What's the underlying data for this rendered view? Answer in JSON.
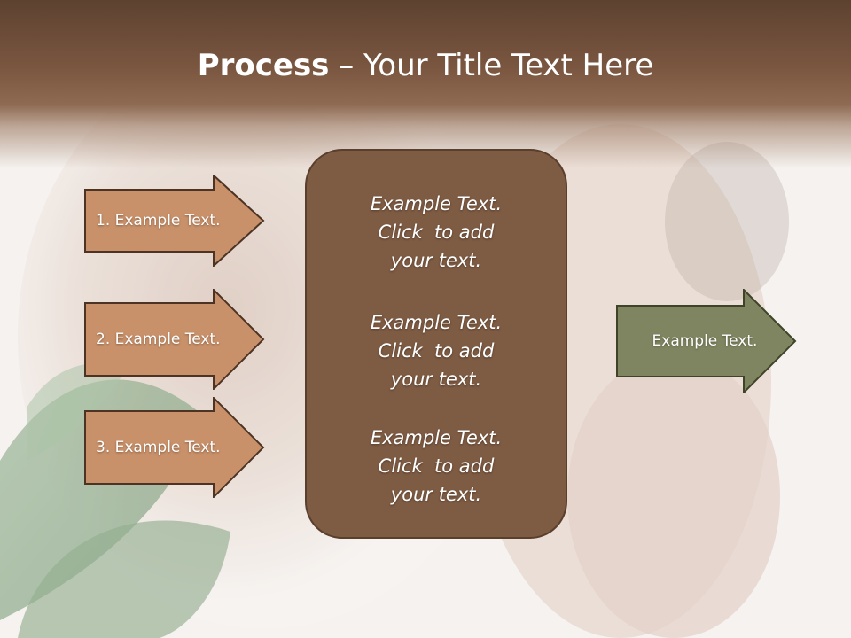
{
  "title": {
    "bold": "Process",
    "rest": " – Your Title Text Here"
  },
  "left_arrows": [
    {
      "label": "1. Example Text."
    },
    {
      "label": "2. Example Text."
    },
    {
      "label": "3. Example Text."
    }
  ],
  "center_box": {
    "paragraphs": [
      {
        "lines": [
          "Example Text.",
          "Click  to add",
          "your text."
        ]
      },
      {
        "lines": [
          "Example Text.",
          "Click  to add",
          "your text."
        ]
      },
      {
        "lines": [
          "Example Text.",
          "Click  to add",
          "your text."
        ]
      }
    ]
  },
  "right_arrow": {
    "label": "Example Text."
  },
  "colors": {
    "title_bar": "#7a5640",
    "left_arrow_fill": "#c9916a",
    "left_arrow_stroke": "#4d3323",
    "center_box_fill": "#7e5b43",
    "right_arrow_fill": "#7f8560",
    "right_arrow_stroke": "#3f4328"
  }
}
